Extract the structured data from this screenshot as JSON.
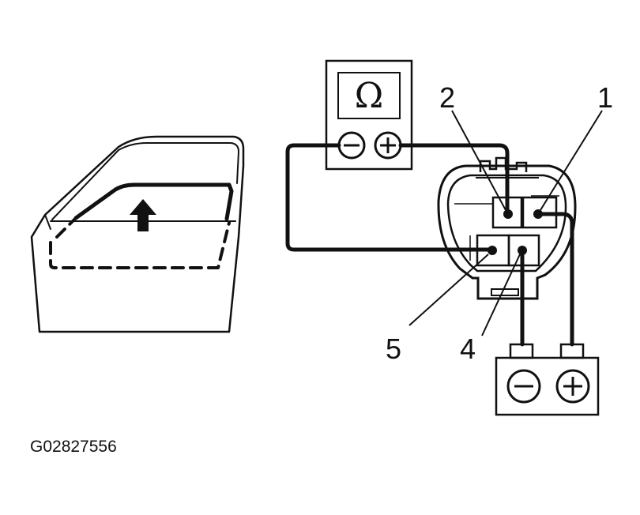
{
  "figure": {
    "code": "G02827556",
    "ink_color": "#111111",
    "background": "#ffffff"
  },
  "ohmmeter": {
    "symbol": "Ω",
    "terminals": [
      "minus-icon",
      "plus-icon"
    ]
  },
  "connector": {
    "pin_labels": {
      "p1": "1",
      "p2": "2",
      "p4": "4",
      "p5": "5"
    }
  },
  "battery": {
    "terminals": [
      "minus-icon",
      "plus-icon"
    ]
  },
  "door": {
    "arrow_icon": "arrow-up-icon"
  }
}
